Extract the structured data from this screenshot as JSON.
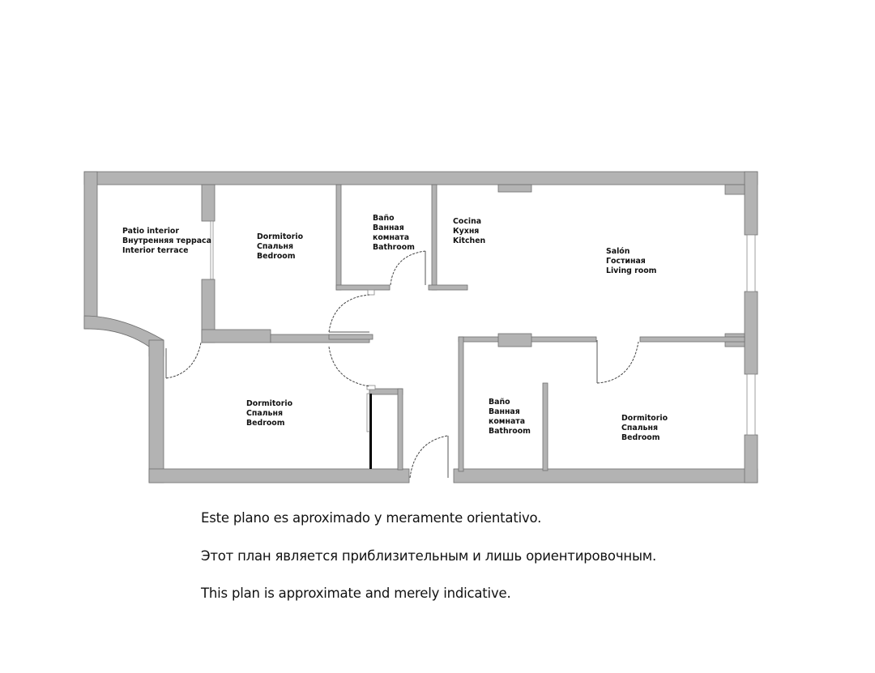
{
  "floor_plan": {
    "wall_color": "#b3b3b3",
    "rooms": [
      {
        "id": "patio",
        "lines": [
          "Patio interior",
          "Внутренняя терраса",
          "Interior terrace"
        ]
      },
      {
        "id": "bedroom-1",
        "lines": [
          "Dormitorio",
          "Спальня",
          "Bedroom"
        ]
      },
      {
        "id": "bathroom-1",
        "lines": [
          "Baño",
          "Ванная",
          "комната",
          "Bathroom"
        ]
      },
      {
        "id": "kitchen",
        "lines": [
          "Cocina",
          "Кухня",
          "Kitchen"
        ]
      },
      {
        "id": "living-room",
        "lines": [
          "Salón",
          "Гостиная",
          "Living room"
        ]
      },
      {
        "id": "bedroom-2",
        "lines": [
          "Dormitorio",
          "Спальня",
          "Bedroom"
        ]
      },
      {
        "id": "bathroom-2",
        "lines": [
          "Baño",
          "Ванная",
          "комната",
          "Bathroom"
        ]
      },
      {
        "id": "bedroom-3",
        "lines": [
          "Dormitorio",
          "Спальня",
          "Bedroom"
        ]
      }
    ]
  },
  "disclaimer": {
    "es": "Este plano es aproximado y meramente orientativo.",
    "ru": "Этот план является приблизительным и лишь ориентировочным.",
    "en": "This plan is approximate and merely indicative."
  }
}
